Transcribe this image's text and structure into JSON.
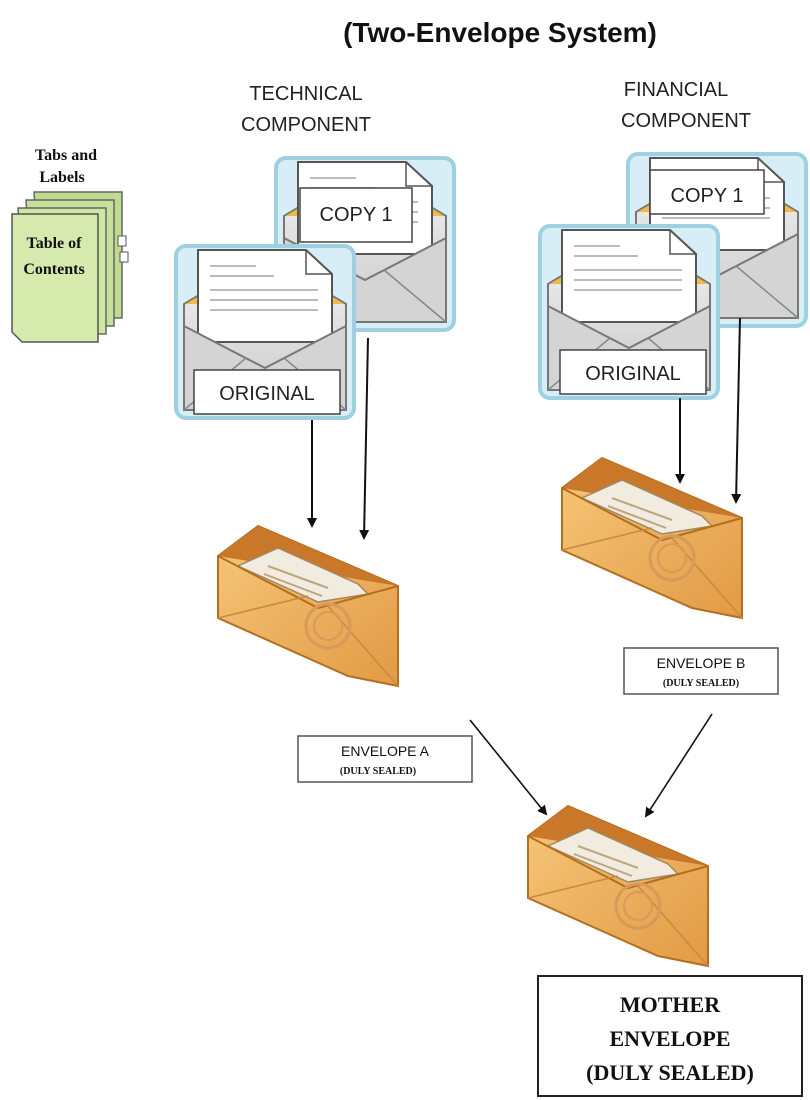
{
  "title": "(Two-Envelope System)",
  "technical": {
    "heading_line1": "TECHNICAL",
    "heading_line2": "COMPONENT",
    "copy_label": "COPY 1",
    "original_label": "ORIGINAL"
  },
  "financial": {
    "heading_line1": "FINANCIAL",
    "heading_line2": "COMPONENT",
    "copy_label": "COPY 1",
    "original_label": "ORIGINAL"
  },
  "tabs": {
    "line1": "Tabs and",
    "line2": "Labels",
    "toc_line1": "Table of",
    "toc_line2": "Contents"
  },
  "envelope_a": {
    "name": "ENVELOPE  A",
    "status": "(DULY SEALED)"
  },
  "envelope_b": {
    "name": "ENVELOPE  B",
    "status": "(DULY SEALED)"
  },
  "mother": {
    "line1": "MOTHER",
    "line2": "ENVELOPE",
    "line3": "(DULY SEALED)"
  },
  "colors": {
    "envelope_body": "#f2b560",
    "envelope_dark": "#c97a22",
    "doc_glow": "#bfe3ef",
    "paper_green": "#cfe6a4"
  }
}
